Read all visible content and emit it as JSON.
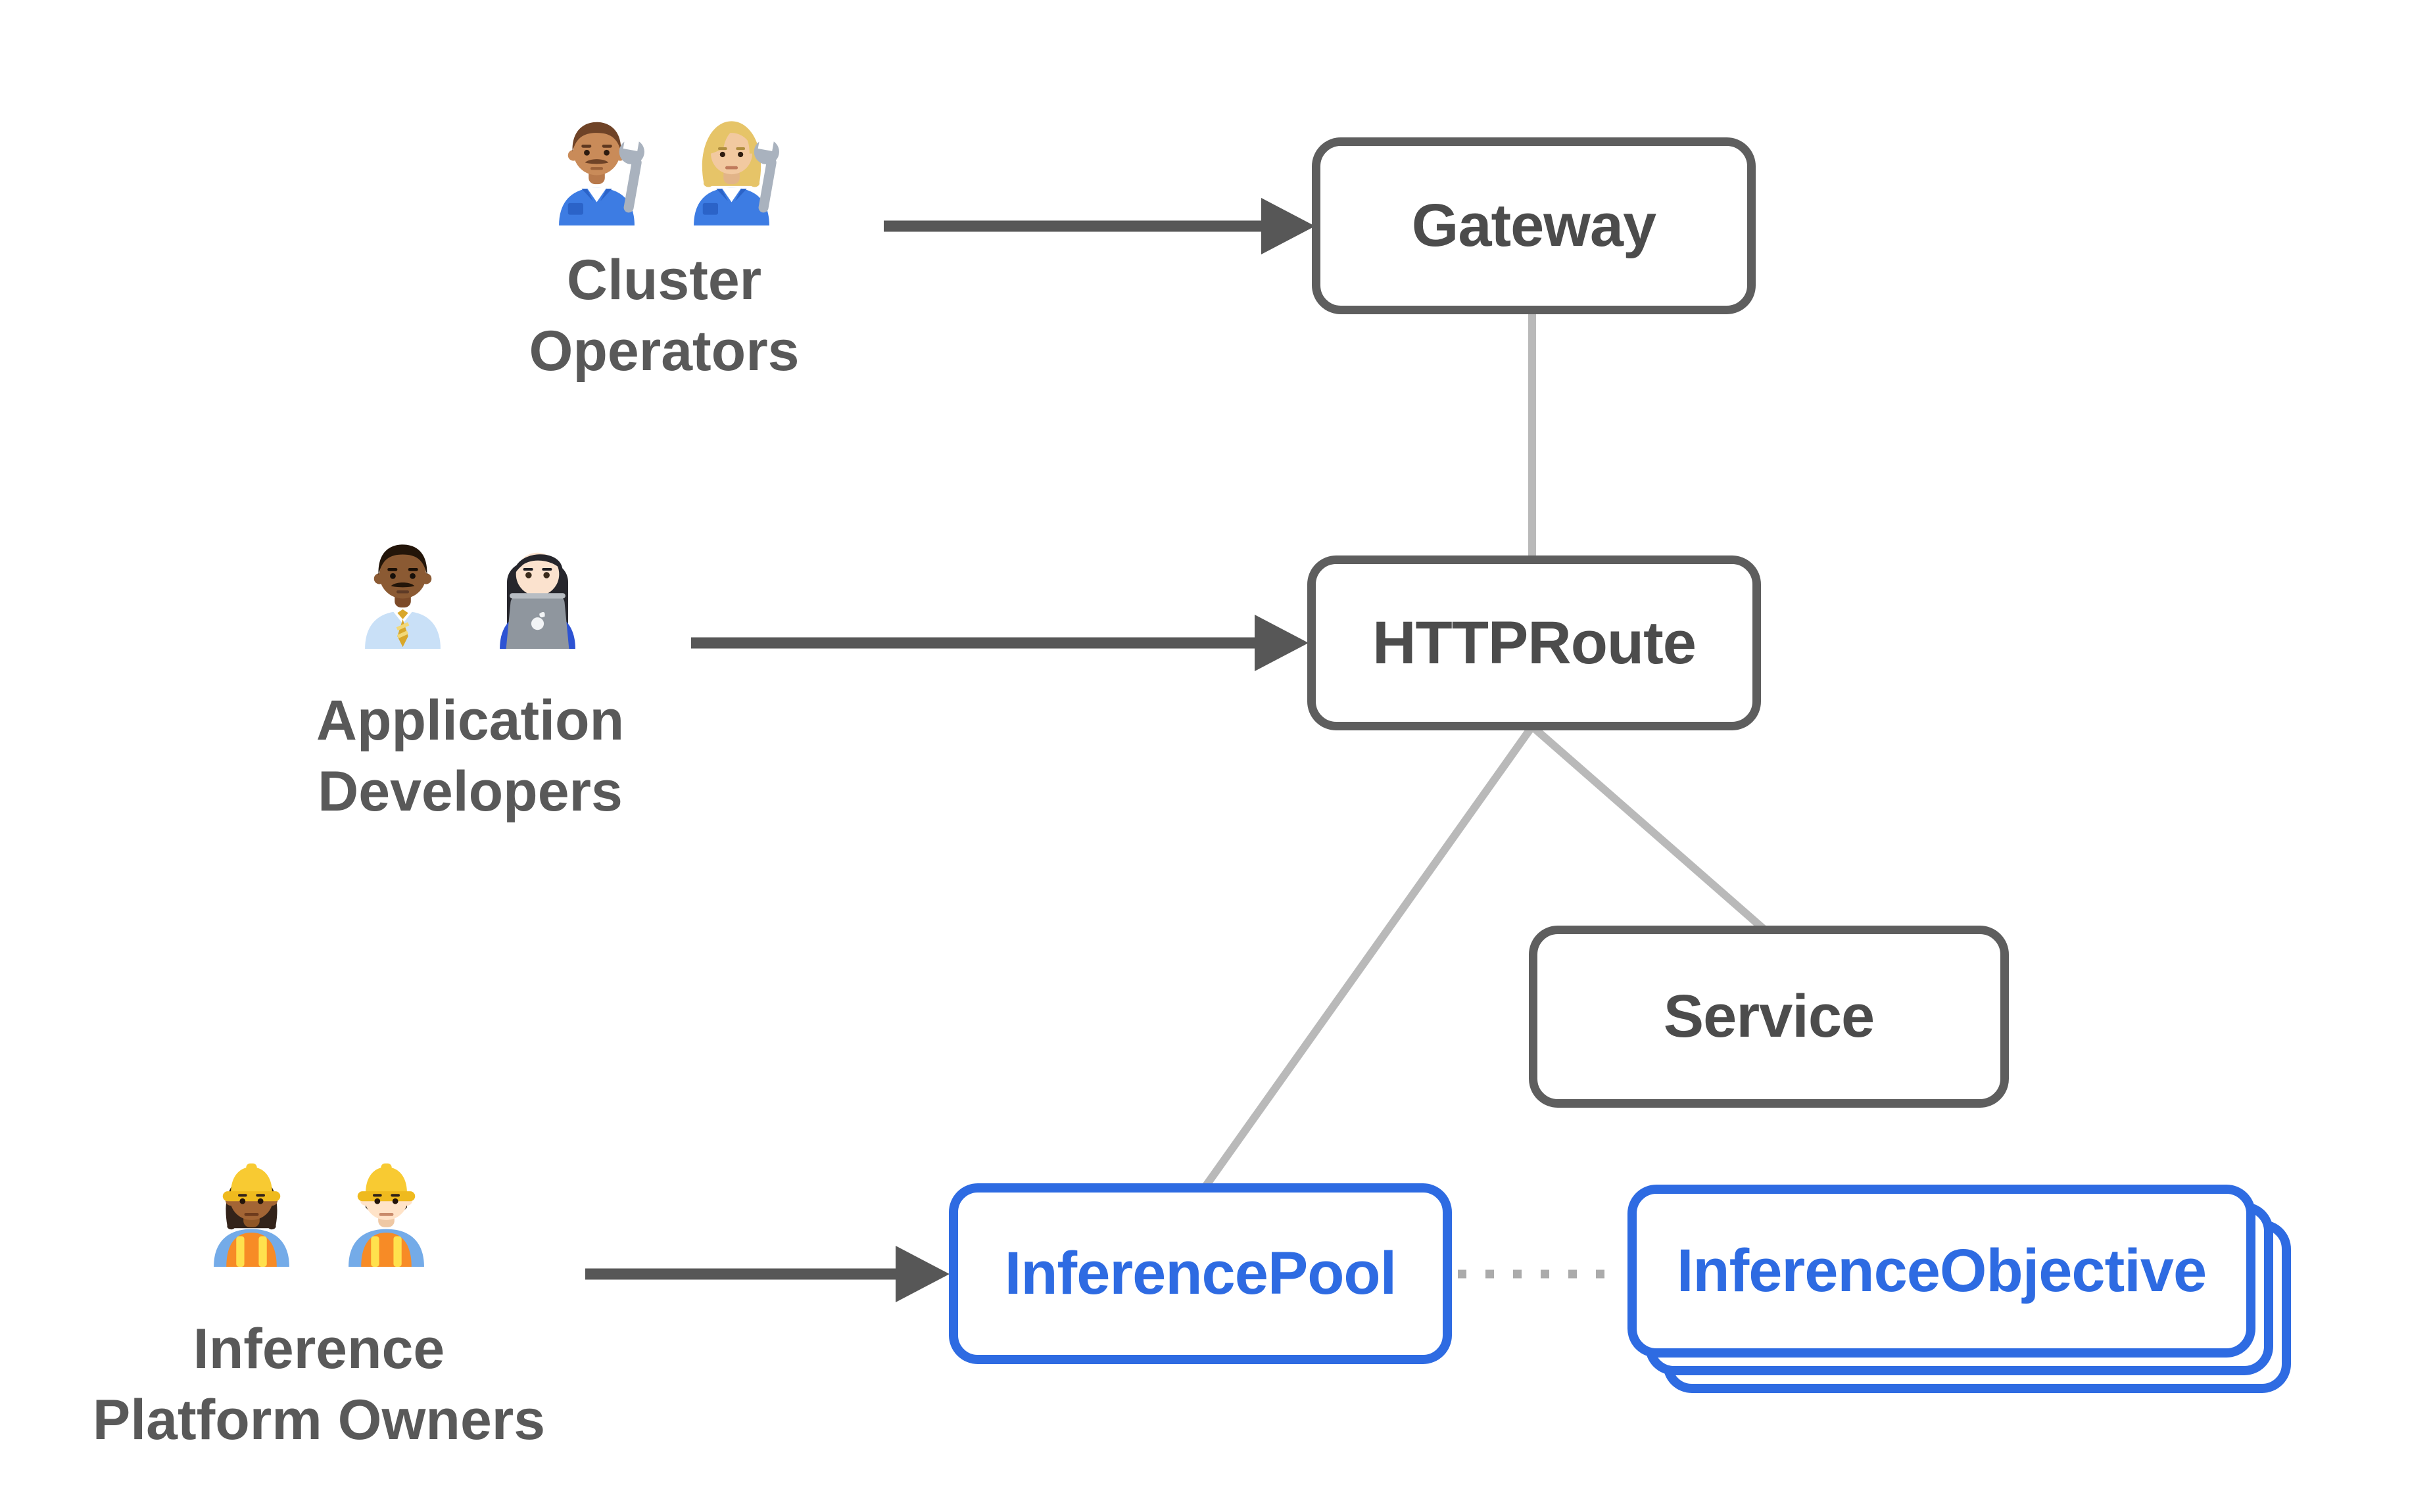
{
  "diagram": {
    "background": "#ffffff",
    "colors": {
      "node_border_gray": "#5e5e5e",
      "node_text_gray": "#4c4c4c",
      "accent_blue": "#2e6be2",
      "arrow_dark": "#575757",
      "connector_light_gray": "#b9b9b9",
      "dotted_gray": "#ababab",
      "persona_label_gray": "#595959"
    },
    "personas": [
      {
        "id": "cluster-operators",
        "label_lines": [
          "Cluster",
          "Operators"
        ],
        "icons": [
          "man-mechanic-icon",
          "woman-mechanic-icon"
        ]
      },
      {
        "id": "application-developers",
        "label_lines": [
          "Application",
          "Developers"
        ],
        "icons": [
          "man-office-worker-icon",
          "woman-technologist-icon"
        ]
      },
      {
        "id": "inference-platform-owners",
        "label_lines": [
          "Inference",
          "Platform Owners"
        ],
        "icons": [
          "woman-construction-worker-icon",
          "man-construction-worker-icon"
        ]
      }
    ],
    "nodes": [
      {
        "id": "gateway",
        "label": "Gateway",
        "style": "gray"
      },
      {
        "id": "httproute",
        "label": "HTTPRoute",
        "style": "gray"
      },
      {
        "id": "service",
        "label": "Service",
        "style": "gray"
      },
      {
        "id": "inferencepool",
        "label": "InferencePool",
        "style": "blue"
      },
      {
        "id": "inferenceobjective",
        "label": "InferenceObjective",
        "style": "blue-stacked"
      }
    ],
    "edges": [
      {
        "from": "cluster-operators",
        "to": "gateway",
        "kind": "solid-arrow"
      },
      {
        "from": "application-developers",
        "to": "httproute",
        "kind": "solid-arrow"
      },
      {
        "from": "inference-platform-owners",
        "to": "inferencepool",
        "kind": "solid-arrow"
      },
      {
        "from": "gateway",
        "to": "httproute",
        "kind": "plain-line"
      },
      {
        "from": "httproute",
        "to": "inferencepool",
        "kind": "plain-line"
      },
      {
        "from": "httproute",
        "to": "service",
        "kind": "plain-line"
      },
      {
        "from": "inferencepool",
        "to": "inferenceobjective",
        "kind": "dotted-line"
      }
    ]
  }
}
